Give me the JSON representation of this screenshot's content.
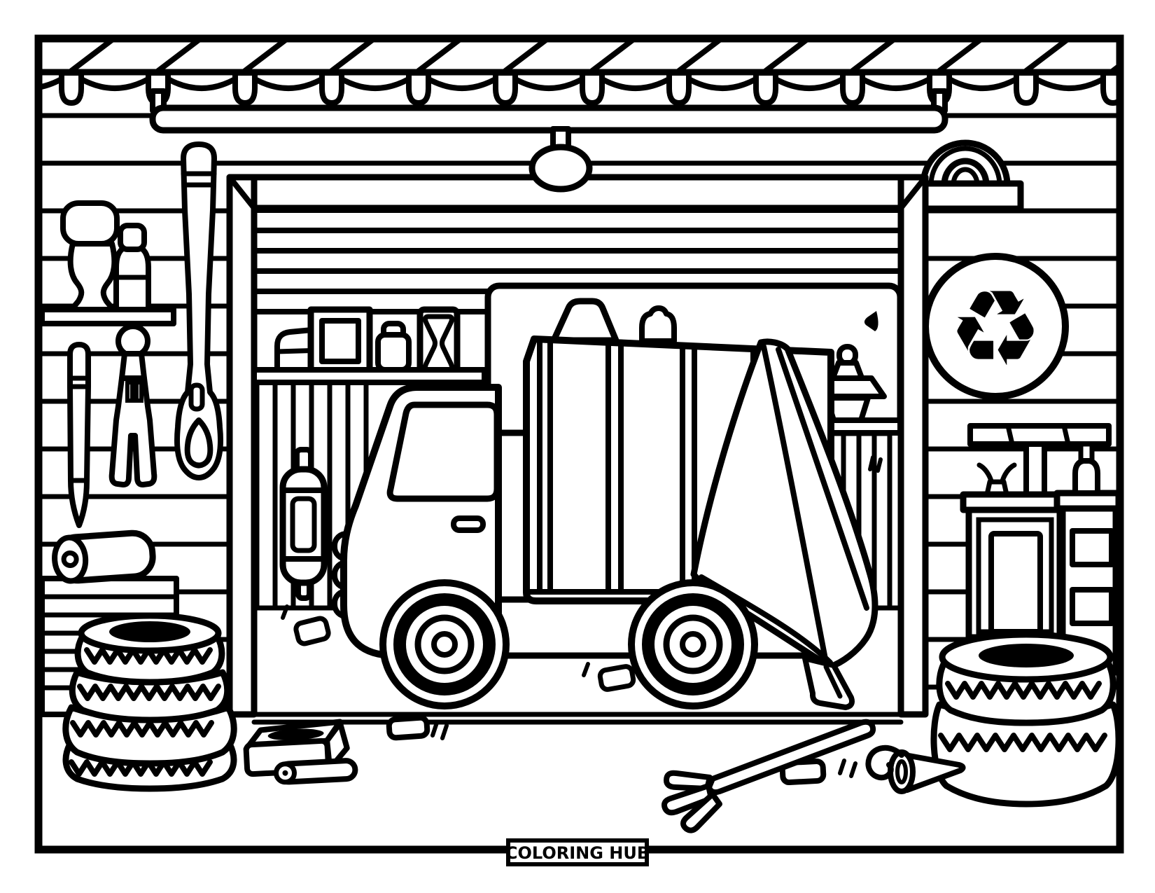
{
  "page": {
    "kind": "black-and-white coloring book page",
    "scene_title": "Garbage truck parked inside a garage workshop",
    "colors": {
      "line_color": "#000000",
      "background": "#ffffff"
    }
  },
  "footer": {
    "brand_label": "COLORING HUB"
  },
  "icons": {
    "recycle_symbol": "♻"
  },
  "scene": {
    "objects": [
      "striped awning with scalloped valance",
      "ceiling light hanging from rail",
      "horizontal plank wall",
      "garage door frame with rolled-up door slats",
      "wall shelf with mallet and bottle",
      "paintbrush hanging on wall",
      "clothespin clamp hanging on wall",
      "long slotted spatula tool",
      "interior counter with picture frame, jar and hourglass",
      "slatted interior panels",
      "hanging shock absorber",
      "pegboard panel",
      "garbage truck with cab, slatted cargo box and tarp",
      "stacked cone planter on slatted stand",
      "recycle sign in circle",
      "arched hose on wall shelf",
      "sign post and bar",
      "workbench cabinet and drawer dresser with bottle",
      "stack of four tires",
      "stack of two tires",
      "lumber pile with paper roll",
      "sponge block with roller",
      "hand fork on floor",
      "funnel cone tool on floor",
      "scattered small debris"
    ]
  }
}
